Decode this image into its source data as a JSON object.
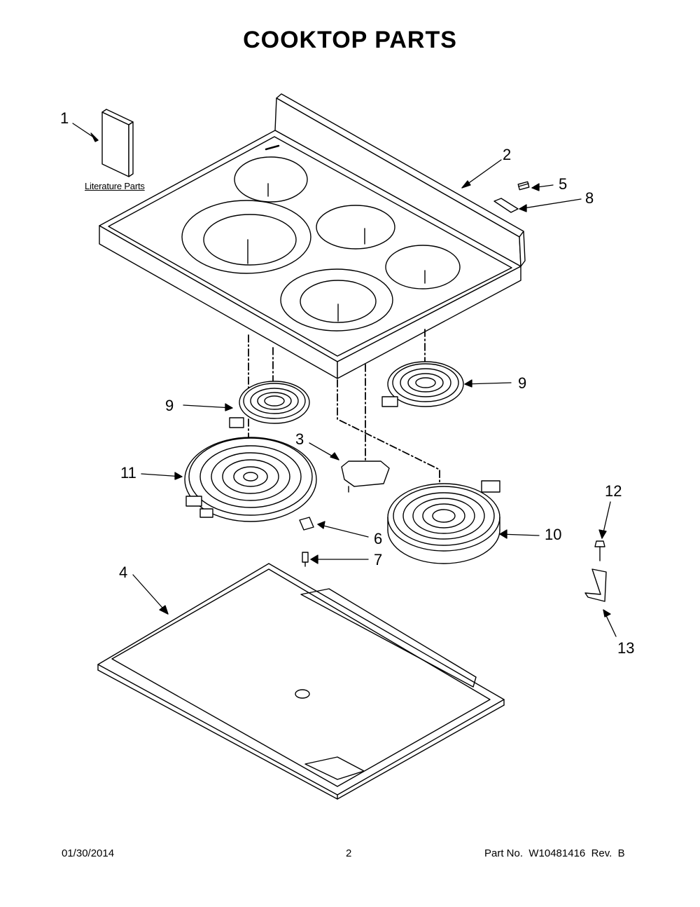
{
  "title": "COOKTOP PARTS",
  "literature_label": "Literature Parts",
  "callouts": {
    "c1": "1",
    "c2": "2",
    "c3": "3",
    "c4": "4",
    "c5": "5",
    "c6": "6",
    "c7": "7",
    "c8": "8",
    "c9a": "9",
    "c9b": "9",
    "c10": "10",
    "c11": "11",
    "c12": "12",
    "c13": "13"
  },
  "footer": {
    "date": "01/30/2014",
    "page": "2",
    "part_number": "Part No.  W10481416  Rev.  B"
  }
}
